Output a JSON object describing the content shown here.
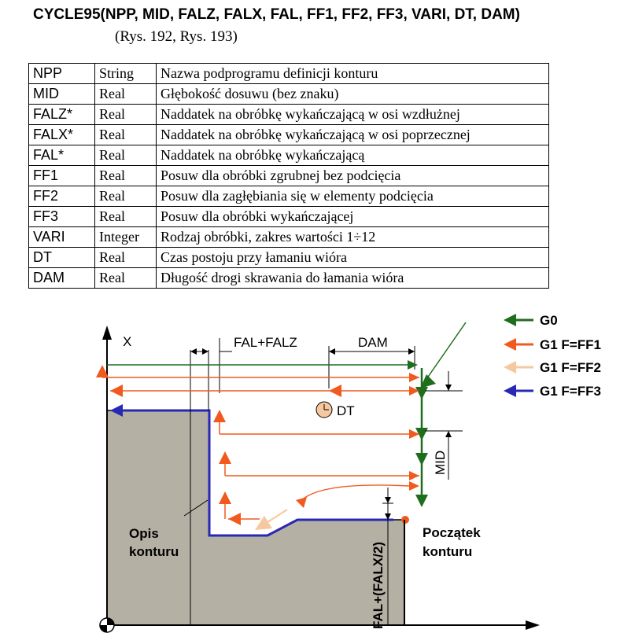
{
  "header": {
    "title": "CYCLE95(NPP, MID, FALZ, FALX, FAL, FF1, FF2, FF3, VARI, DT, DAM)",
    "subtitle": "(Rys. 192, Rys. 193)"
  },
  "params": [
    {
      "name": "NPP",
      "type": "String",
      "desc": "Nazwa podprogramu definicji konturu"
    },
    {
      "name": "MID",
      "type": "Real",
      "desc": "Głębokość dosuwu (bez znaku)"
    },
    {
      "name": "FALZ*",
      "type": "Real",
      "desc": "Naddatek na obróbkę wykańczającą w osi wzdłużnej"
    },
    {
      "name": "FALX*",
      "type": "Real",
      "desc": "Naddatek na obróbkę wykańczającą w osi poprzecznej"
    },
    {
      "name": "FAL*",
      "type": "Real",
      "desc": "Naddatek na obróbkę wykańczającą"
    },
    {
      "name": "FF1",
      "type": "Real",
      "desc": "Posuw dla obróbki zgrubnej bez podcięcia"
    },
    {
      "name": "FF2",
      "type": "Real",
      "desc": "Posuw dla zagłębiania się w elementy podcięcia"
    },
    {
      "name": "FF3",
      "type": "Real",
      "desc": "Posuw dla obróbki wykańczającej"
    },
    {
      "name": "VARI",
      "type": "Integer",
      "desc": "Rodzaj obróbki, zakres wartości 1÷12"
    },
    {
      "name": "DT",
      "type": "Real",
      "desc": "Czas postoju przy łamaniu wióra"
    },
    {
      "name": "DAM",
      "type": "Real",
      "desc": "Długość drogi skrawania do łamania wióra"
    }
  ],
  "diagram": {
    "axis_x": "X",
    "dim_fal_falz": "FAL+FALZ",
    "dim_dam": "DAM",
    "dt_label": "DT",
    "mid_label": "MID",
    "falx_label": "FAL+(FALX/2)",
    "contour_desc_line1": "Opis",
    "contour_desc_line2": "konturu",
    "contour_start_line1": "Początek",
    "contour_start_line2": "konturu",
    "legend": [
      {
        "label": "G0",
        "color": "#1e6e1e"
      },
      {
        "label": "G1 F=FF1",
        "color": "#f05a1e"
      },
      {
        "label": "G1 F=FF2",
        "color": "#f5c8a0"
      },
      {
        "label": "G1 F=FF3",
        "color": "#2828b4"
      }
    ],
    "colors": {
      "g0": "#1e6e1e",
      "ff1": "#f05a1e",
      "ff2": "#f5c8a0",
      "ff3": "#2828b4",
      "stock": "#b4b0a4"
    }
  }
}
